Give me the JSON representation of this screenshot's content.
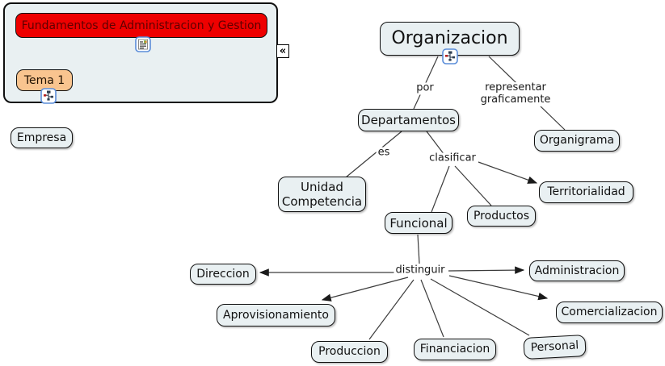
{
  "panel": {
    "title": "Fundamentos de Administracion y Gestion",
    "topic": "Tema 1",
    "collapse_glyph": "«"
  },
  "map": {
    "nodes": {
      "empresa": "Empresa",
      "organizacion": "Organizacion",
      "departamentos": "Departamentos",
      "organigrama": "Organigrama",
      "unidad_competencia": "Unidad Competencia",
      "funcional": "Funcional",
      "productos": "Productos",
      "territorialidad": "Territorialidad",
      "direccion": "Direccion",
      "aprovisionamiento": "Aprovisionamiento",
      "produccion": "Produccion",
      "financiacion": "Financiacion",
      "personal": "Personal",
      "administracion": "Administracion",
      "comercializacion": "Comercializacion"
    },
    "links": {
      "por": "por",
      "representar": "representar graficamente",
      "es": "es",
      "clasificar": "clasificar",
      "distinguir": "distinguir"
    }
  },
  "icons": {
    "resource": "resource-icon",
    "concept_map": "concept-map-icon",
    "collapse": "collapse-chevrons-icon"
  },
  "colors": {
    "node_bg": "#e9f0f2",
    "panel_bg": "#e9f0f2",
    "title_bg": "#ee0000",
    "title_text": "#5f0000",
    "topic_bg": "#f9c48f",
    "line": "#3c3c3c"
  }
}
